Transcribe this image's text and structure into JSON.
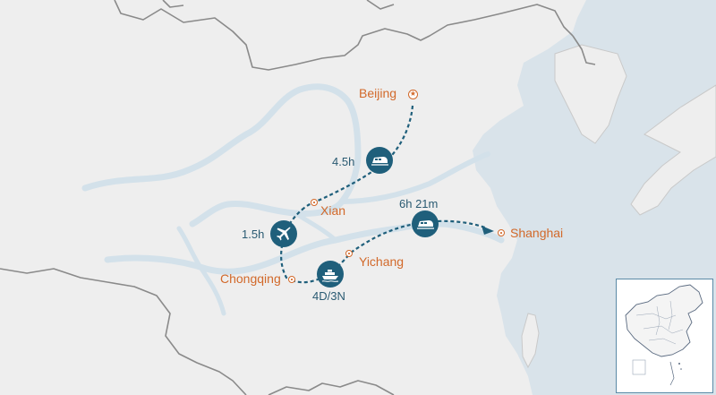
{
  "cities": {
    "beijing": "Beijing",
    "xian": "Xian",
    "chongqing": "Chongqing",
    "yichang": "Yichang",
    "shanghai": "Shanghai"
  },
  "legs": {
    "beijing_xian": "4.5h",
    "xian_chongqing": "1.5h",
    "chongqing_yichang": "4D/3N",
    "yichang_shanghai": "6h 21m"
  },
  "icons": {
    "leg1": "train-icon",
    "leg2": "airplane-icon",
    "leg3": "cruise-ship-icon",
    "leg4": "train-icon",
    "capital": "star-icon",
    "city": "city-dot-icon"
  },
  "colors": {
    "land": "#eeeeee",
    "sea": "#d9e3ea",
    "river": "#d3e1ea",
    "border": "#8a8a8a",
    "route": "#1f5f7b",
    "city_label": "#d2692a",
    "duration_label": "#2a5a72"
  }
}
